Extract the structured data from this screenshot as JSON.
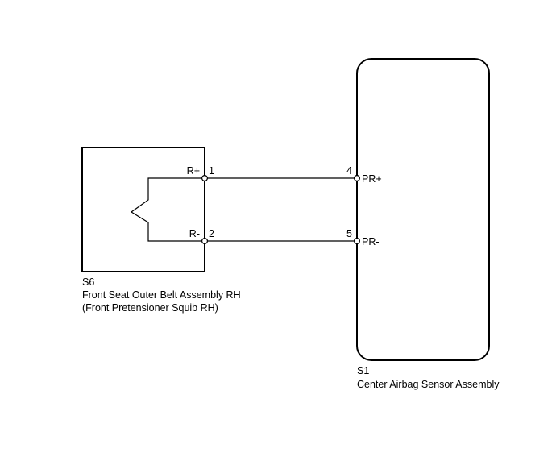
{
  "diagram": {
    "left_component": {
      "code": "S6",
      "name": "Front Seat Outer Belt Assembly RH",
      "subname": "(Front Pretensioner Squib RH)",
      "pins": [
        {
          "label": "R+",
          "number": "1"
        },
        {
          "label": "R-",
          "number": "2"
        }
      ]
    },
    "right_component": {
      "code": "S1",
      "name": "Center Airbag Sensor Assembly",
      "pins": [
        {
          "label": "PR+",
          "number": "4"
        },
        {
          "label": "PR-",
          "number": "5"
        }
      ]
    }
  }
}
